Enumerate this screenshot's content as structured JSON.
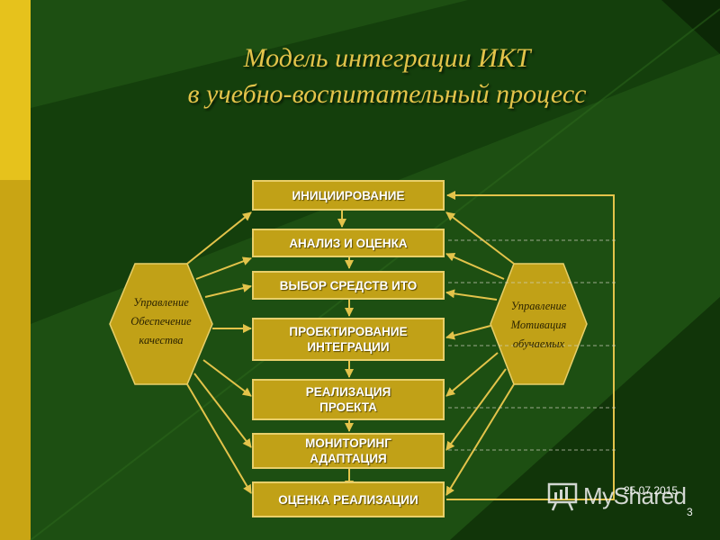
{
  "title": {
    "line1": "Модель интеграции ИКТ",
    "line2": "в учебно-воспитательный процесс"
  },
  "stages": [
    {
      "lines": [
        "ИНИЦИИРОВАНИЕ"
      ]
    },
    {
      "lines": [
        "АНАЛИЗ  И  ОЦЕНКА"
      ]
    },
    {
      "lines": [
        "ВЫБОР  СРЕДСТВ  ИТО"
      ]
    },
    {
      "lines": [
        "ПРОЕКТИРОВАНИЕ",
        "ИНТЕГРАЦИИ"
      ]
    },
    {
      "lines": [
        "РЕАЛИЗАЦИЯ",
        "ПРОЕКТА"
      ]
    },
    {
      "lines": [
        "МОНИТОРИНГ",
        "АДАПТАЦИЯ"
      ]
    },
    {
      "lines": [
        "ОЦЕНКА  РЕАЛИЗАЦИИ"
      ]
    }
  ],
  "left_hexagon": {
    "lines": [
      "Управление",
      "Обеспечение",
      "качества"
    ]
  },
  "right_hexagon": {
    "lines": [
      "Управление",
      "Мотивация",
      "обучаемых"
    ]
  },
  "footer": {
    "date": "25.07.2015",
    "page_number": "3",
    "watermark": "MyShared"
  },
  "colors": {
    "background": "#1d4f12",
    "box_fill": "#c1a117",
    "arrows": "#e3c34a",
    "title": "#e3c34a"
  }
}
